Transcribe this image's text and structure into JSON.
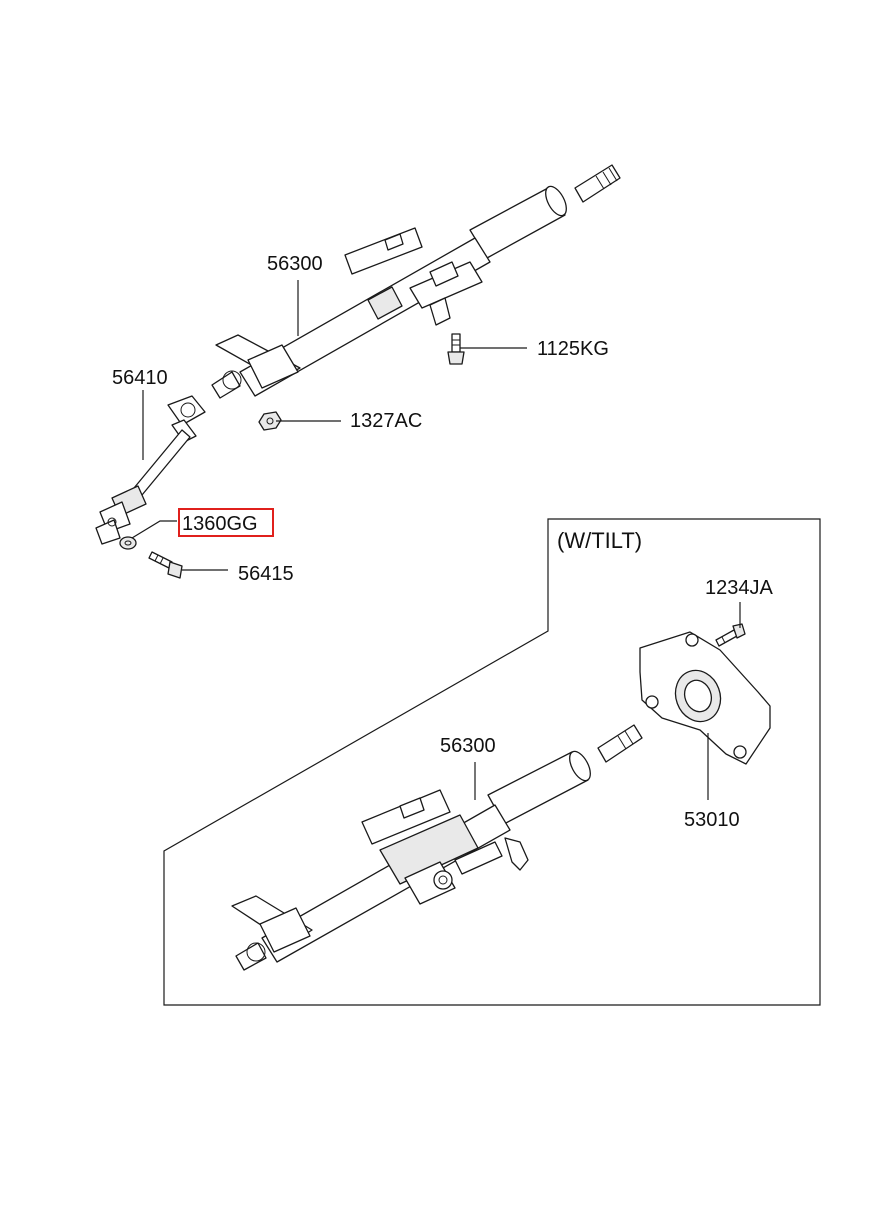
{
  "labels": {
    "p56300_upper": "56300",
    "p1125KG": "1125KG",
    "p56410": "56410",
    "p1327AC": "1327AC",
    "p1360GG": "1360GG",
    "p56415": "56415",
    "tilt_title": "(W/TILT)",
    "p1234JA": "1234JA",
    "p56300_lower": "56300",
    "p53010": "53010"
  },
  "highlighted_part": "1360GG",
  "colors": {
    "line": "#1a1a1a",
    "highlight": "#e0201c",
    "background": "#ffffff"
  }
}
